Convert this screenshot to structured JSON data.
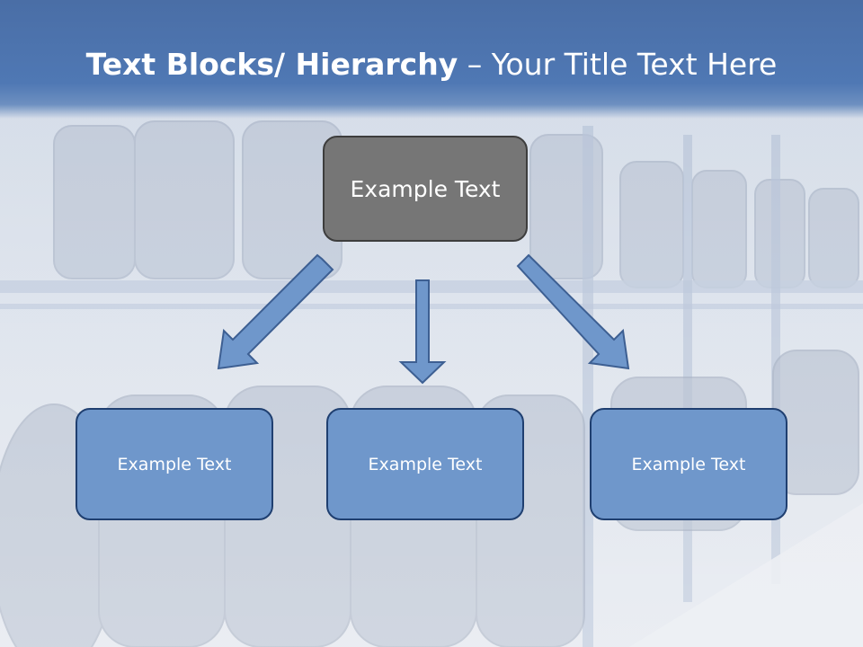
{
  "title": {
    "bold": "Text Blocks/ Hierarchy",
    "rest": " – Your Title Text Here"
  },
  "top_box": {
    "label": "Example Text"
  },
  "children": [
    {
      "label": "Example Text"
    },
    {
      "label": "Example Text"
    },
    {
      "label": "Example Text"
    }
  ],
  "colors": {
    "title_bar": "#4f78b4",
    "top_box_fill": "#767676",
    "child_box_fill": "#6f97cb",
    "child_box_border": "#1f3f70",
    "arrow_fill": "#6f97cb"
  }
}
